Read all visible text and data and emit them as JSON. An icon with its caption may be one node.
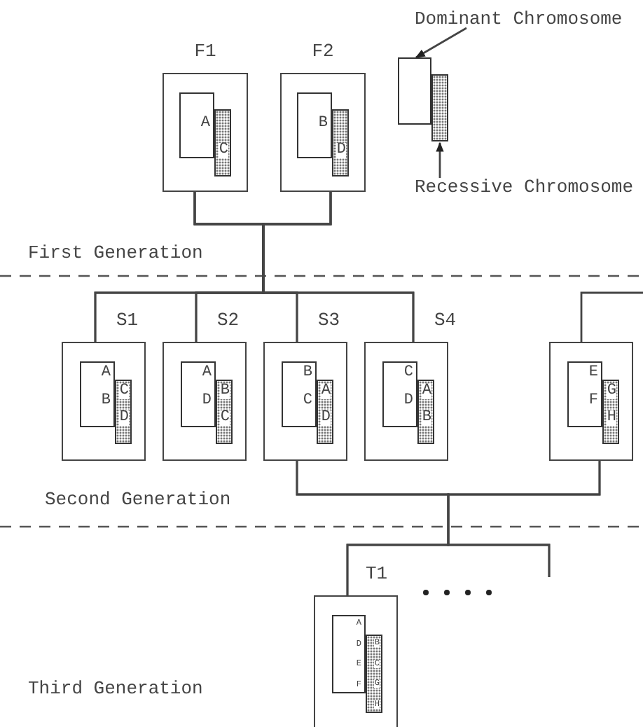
{
  "diagram": {
    "nodes": [
      {
        "text": [
          "Dominant Chromosome"
        ]
      },
      {
        "text": [
          "F1"
        ]
      },
      {
        "text": [
          "A"
        ],
        "in": 1
      },
      {
        "text": [
          "C"
        ],
        "in": 1
      },
      {
        "text": [
          "F2"
        ]
      },
      {
        "text": [
          "B"
        ],
        "in": 4
      },
      {
        "text": [
          "D"
        ],
        "in": 4
      },
      {
        "text": [],
        "shape": "box"
      },
      {
        "text": [],
        "shape": "box"
      },
      {
        "text": [
          "Recessive Chromosome"
        ]
      },
      {
        "text": [
          "S1"
        ]
      },
      {
        "text": [
          "A",
          "B"
        ],
        "in": 10
      },
      {
        "text": [
          "C",
          "D"
        ],
        "in": 10
      },
      {
        "text": [
          "S2"
        ]
      },
      {
        "text": [
          "A",
          "D"
        ],
        "in": 13
      },
      {
        "text": [
          "B",
          "C"
        ],
        "in": 13
      },
      {
        "text": [
          "S3"
        ]
      },
      {
        "text": [
          "B",
          "C"
        ],
        "in": 16
      },
      {
        "text": [
          "A",
          "D"
        ],
        "in": 16
      },
      {
        "text": [
          "S4"
        ]
      },
      {
        "text": [
          "C",
          "D"
        ],
        "in": 19
      },
      {
        "text": [
          "A",
          "B"
        ],
        "in": 19
      },
      {
        "text": [],
        "shape": "box"
      },
      {
        "text": [
          "E",
          "F"
        ],
        "in": 22
      },
      {
        "text": [
          "G",
          "H"
        ],
        "in": 22
      },
      {
        "text": [
          "T1"
        ]
      },
      {
        "text": [
          "A",
          "D",
          "E",
          "F"
        ],
        "in": 25
      },
      {
        "text": [
          "B",
          "C",
          "G",
          "H"
        ],
        "in": 25
      }
    ],
    "edges": [
      {
        "from": 1,
        "to": 10,
        "arrow": "none"
      },
      {
        "from": 1,
        "to": 13,
        "arrow": "none"
      },
      {
        "from": 1,
        "to": 16,
        "arrow": "none"
      },
      {
        "from": 1,
        "to": 19,
        "arrow": "none"
      },
      {
        "from": 4,
        "to": 10,
        "arrow": "none"
      },
      {
        "from": 4,
        "to": 13,
        "arrow": "none"
      },
      {
        "from": 4,
        "to": 16,
        "arrow": "none"
      },
      {
        "from": 4,
        "to": 19,
        "arrow": "none"
      },
      {
        "from": null,
        "to": 22,
        "arrow": "none"
      },
      {
        "from": 16,
        "to": 25,
        "arrow": "none"
      },
      {
        "from": 22,
        "to": 25,
        "arrow": "none"
      },
      {
        "from": 16,
        "to": null,
        "arrow": "none"
      },
      {
        "from": 22,
        "to": null,
        "arrow": "none"
      },
      {
        "from": 0,
        "to": 7,
        "arrow": "to"
      },
      {
        "from": 9,
        "to": 8,
        "arrow": "to"
      }
    ],
    "labels": [
      "First Generation",
      "Second Generation",
      "Third Generation"
    ]
  }
}
